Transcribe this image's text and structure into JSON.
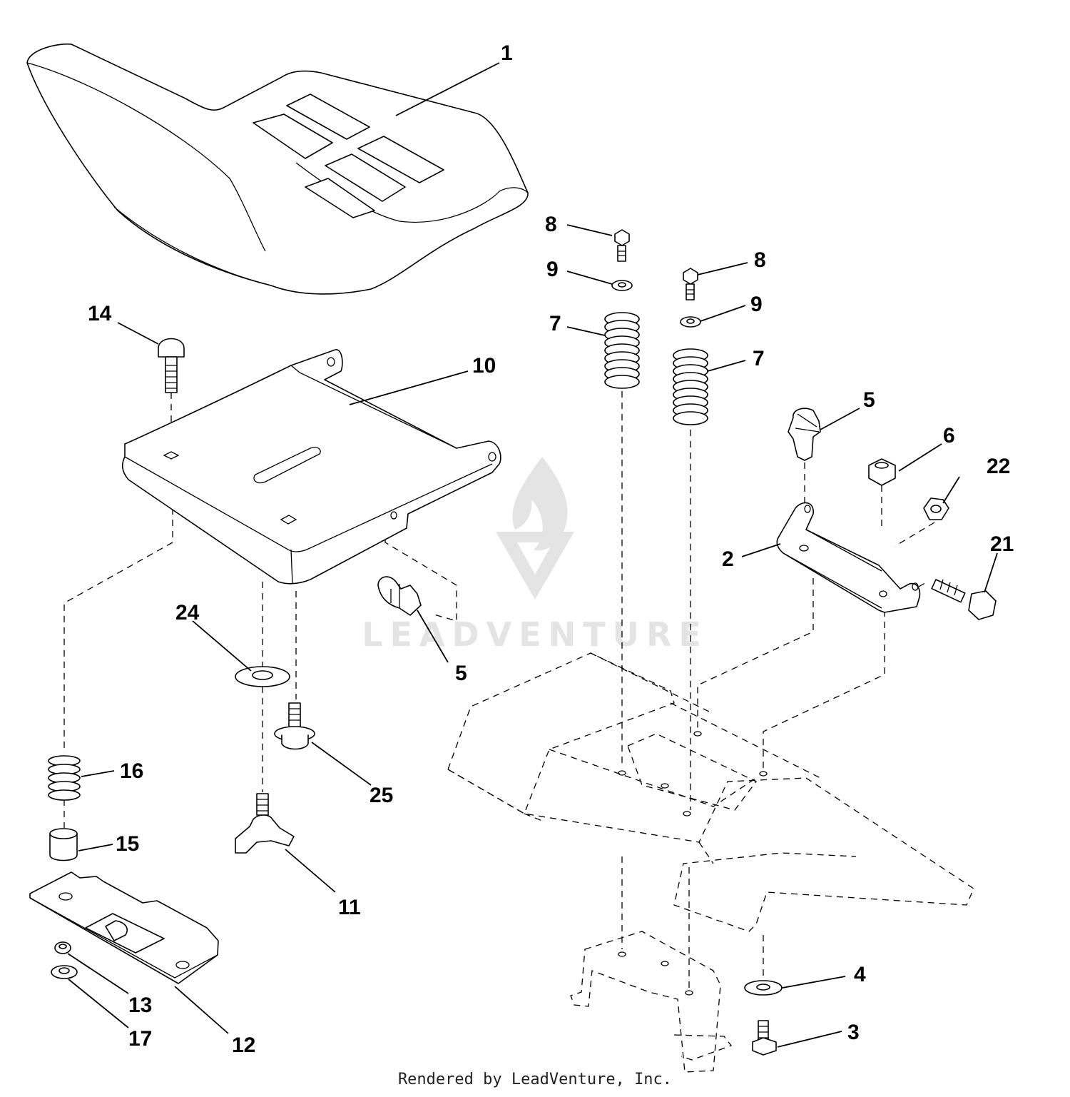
{
  "watermark": {
    "text": "LEADVENTURE",
    "color": "#e4e4e4"
  },
  "footer": {
    "text": "Rendered by LeadVenture, Inc."
  },
  "callouts": [
    {
      "id": "c1",
      "label": "1"
    },
    {
      "id": "c2",
      "label": "2"
    },
    {
      "id": "c3",
      "label": "3"
    },
    {
      "id": "c4",
      "label": "4"
    },
    {
      "id": "c5a",
      "label": "5"
    },
    {
      "id": "c5b",
      "label": "5"
    },
    {
      "id": "c6",
      "label": "6"
    },
    {
      "id": "c7a",
      "label": "7"
    },
    {
      "id": "c7b",
      "label": "7"
    },
    {
      "id": "c8a",
      "label": "8"
    },
    {
      "id": "c8b",
      "label": "8"
    },
    {
      "id": "c9a",
      "label": "9"
    },
    {
      "id": "c9b",
      "label": "9"
    },
    {
      "id": "c10",
      "label": "10"
    },
    {
      "id": "c11",
      "label": "11"
    },
    {
      "id": "c12",
      "label": "12"
    },
    {
      "id": "c13",
      "label": "13"
    },
    {
      "id": "c14",
      "label": "14"
    },
    {
      "id": "c15",
      "label": "15"
    },
    {
      "id": "c16",
      "label": "16"
    },
    {
      "id": "c17",
      "label": "17"
    },
    {
      "id": "c21",
      "label": "21"
    },
    {
      "id": "c22",
      "label": "22"
    },
    {
      "id": "c24",
      "label": "24"
    },
    {
      "id": "c25",
      "label": "25"
    }
  ]
}
